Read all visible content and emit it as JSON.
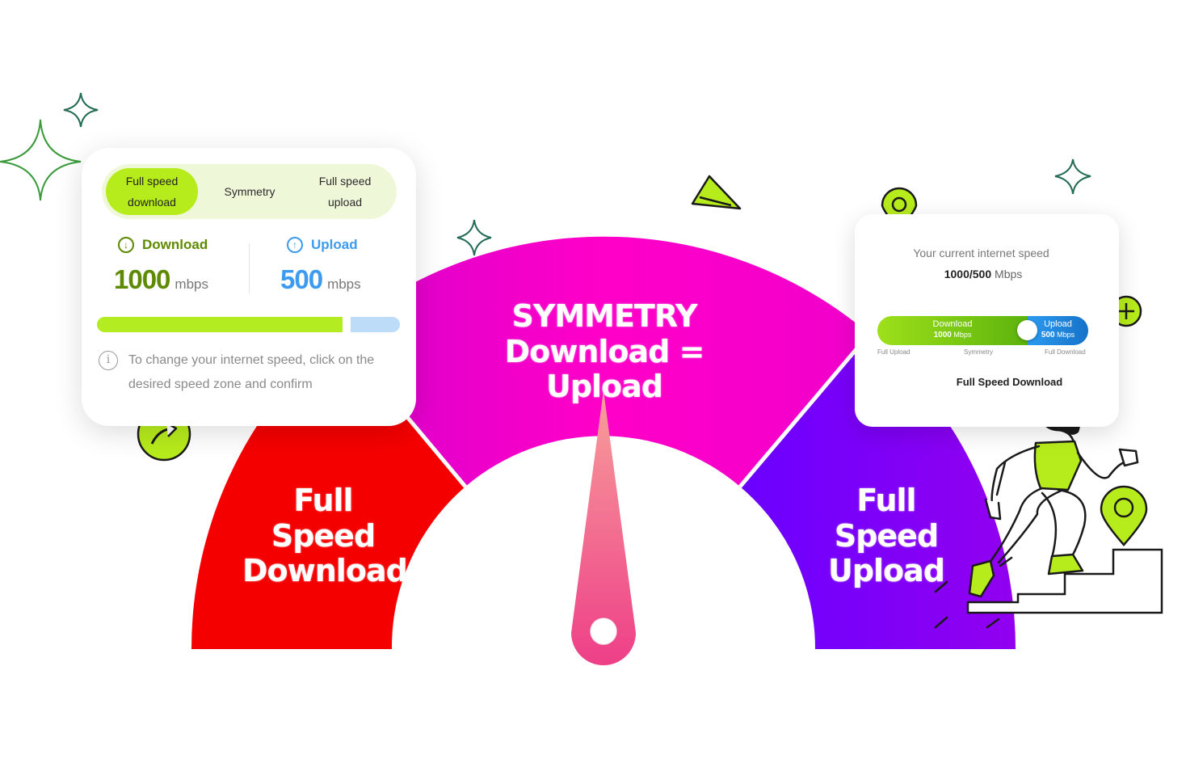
{
  "gauge": {
    "left_zone": {
      "line1": "Full Speed",
      "line2": "Download",
      "color": "#f50000"
    },
    "middle_zone": {
      "line1": "SYMMETRY",
      "line2": "Download = Upload",
      "color": "#ff00c8"
    },
    "right_zone": {
      "line1": "Full Speed",
      "line2": "Upload",
      "color": "#8b00ff"
    }
  },
  "speed_card": {
    "tabs": [
      {
        "line1": "Full speed",
        "line2": "download",
        "active": true
      },
      {
        "line1": "Symmetry",
        "line2": "",
        "active": false
      },
      {
        "line1": "Full speed",
        "line2": "upload",
        "active": false
      }
    ],
    "download": {
      "label": "Download",
      "value": "1000",
      "unit": "mbps",
      "color": "#5e8a00"
    },
    "upload": {
      "label": "Upload",
      "value": "500",
      "unit": "mbps",
      "color": "#3d9bef"
    },
    "allocation": {
      "download_share": 0.83,
      "upload_share": 0.17
    },
    "info_text": "To change your internet speed, click on the desired speed zone and confirm"
  },
  "current_card": {
    "title": "Your current internet speed",
    "speed_value": "1000/500",
    "speed_unit": "Mbps",
    "slider": {
      "download_label": "Download",
      "download_value": "1000",
      "upload_label": "Upload",
      "upload_value": "500",
      "unit": "Mbps"
    },
    "ticks": [
      "Full Upload",
      "Symmetry",
      "Full Download"
    ],
    "selected_mode": "Full Speed Download"
  },
  "colors": {
    "accent_green": "#b7ec1c",
    "sparkle_green": "#3b9a3b"
  }
}
